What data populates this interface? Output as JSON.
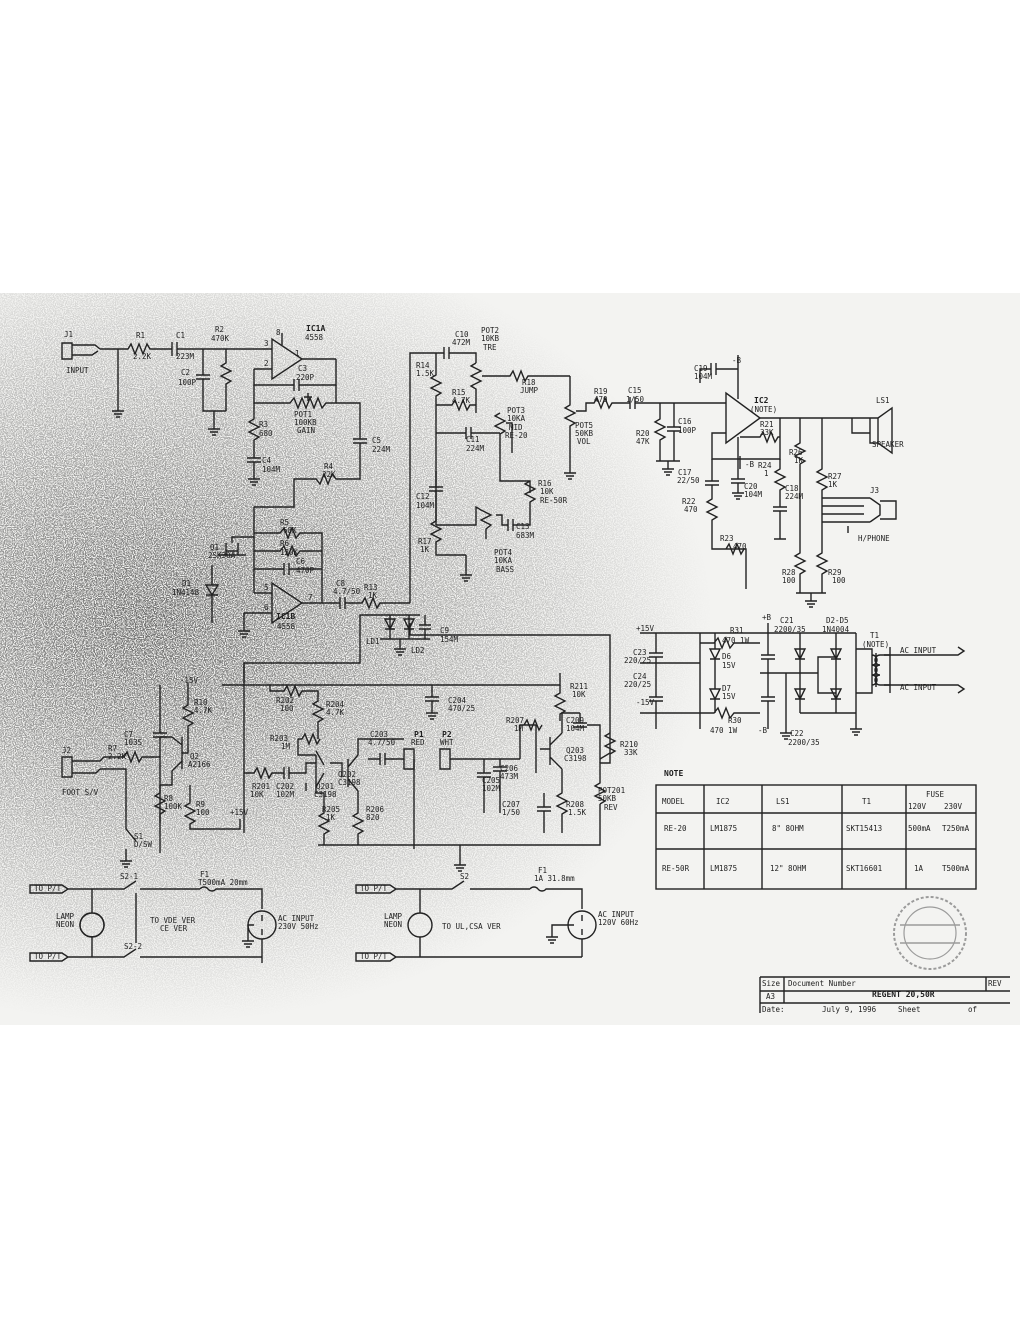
{
  "input": {
    "ref": "J1",
    "name": "INPUT"
  },
  "ic1a": {
    "ref": "IC1A",
    "part": "4558",
    "pin_pos": "3",
    "pin_neg": "2",
    "pin_out": "1",
    "pin_v": "8"
  },
  "ic1b": {
    "ref": "IC1B",
    "part": "4558",
    "pin_pos": "5",
    "pin_neg": "6",
    "pin_out": "7"
  },
  "ic2": {
    "ref": "IC2",
    "part": "(NOTE)"
  },
  "r1": {
    "ref": "R1",
    "val": "2.2K"
  },
  "c1": {
    "ref": "C1",
    "val": "223M"
  },
  "r2": {
    "ref": "R2",
    "val": "470K"
  },
  "c2": {
    "ref": "C2",
    "val": "100P"
  },
  "c3": {
    "ref": "C3",
    "val": "220P"
  },
  "pot1": {
    "ref": "POT1",
    "val": "100KB",
    "fn": "GAIN"
  },
  "r3": {
    "ref": "R3",
    "val": "680"
  },
  "c4": {
    "ref": "C4",
    "val": "104M"
  },
  "r4": {
    "ref": "R4",
    "val": "22K"
  },
  "c5": {
    "ref": "C5",
    "val": "224M"
  },
  "q1": {
    "ref": "Q1",
    "val": "2SK30A"
  },
  "r5": {
    "ref": "R5",
    "val": "68K"
  },
  "r6": {
    "ref": "R6",
    "val": "120K"
  },
  "c6": {
    "ref": "C6",
    "val": "470P"
  },
  "d1": {
    "ref": "D1",
    "val": "1N4148"
  },
  "c8": {
    "ref": "C8",
    "val": "4.7/50"
  },
  "r13": {
    "ref": "R13",
    "val": "1K"
  },
  "ld1": {
    "ref": "LD1"
  },
  "ld2": {
    "ref": "LD2"
  },
  "c9": {
    "ref": "C9",
    "val": "154M"
  },
  "c10": {
    "ref": "C10",
    "val": "472M"
  },
  "pot2": {
    "ref": "POT2",
    "val": "10KB",
    "fn": "TRE"
  },
  "r14": {
    "ref": "R14",
    "val": "1.5K"
  },
  "r15": {
    "ref": "R15",
    "val": "4.7K"
  },
  "r18": {
    "ref": "R18",
    "val": "JUMP"
  },
  "pot3": {
    "ref": "POT3",
    "val": "10KA",
    "fn": "MID",
    "model": "RE-20"
  },
  "c11": {
    "ref": "C11",
    "val": "224M"
  },
  "r16": {
    "ref": "R16",
    "val": "10K",
    "model": "RE-50R"
  },
  "c12": {
    "ref": "C12",
    "val": "104M"
  },
  "r17": {
    "ref": "R17",
    "val": "1K"
  },
  "c13": {
    "ref": "C13",
    "val": "683M"
  },
  "pot4": {
    "ref": "POT4",
    "val": "10KA",
    "fn": "BASS"
  },
  "pot5": {
    "ref": "POT5",
    "val": "50KB",
    "fn": "VOL"
  },
  "r19": {
    "ref": "R19",
    "val": "470"
  },
  "c15": {
    "ref": "C15",
    "val": "1/50"
  },
  "c19": {
    "ref": "C19",
    "val": "104M"
  },
  "r20": {
    "ref": "R20",
    "val": "47K"
  },
  "c16": {
    "ref": "C16",
    "val": "100P"
  },
  "r21": {
    "ref": "R21",
    "val": "33K"
  },
  "c17": {
    "ref": "C17",
    "val": "22/50"
  },
  "c20": {
    "ref": "C20",
    "val": "104M"
  },
  "r22": {
    "ref": "R22",
    "val": "470"
  },
  "r23": {
    "ref": "R23",
    "val": "470"
  },
  "r24": {
    "ref": "R24",
    "val": "1"
  },
  "c18": {
    "ref": "C18",
    "val": "224M"
  },
  "r26": {
    "ref": "R26",
    "val": "1K"
  },
  "r27": {
    "ref": "R27",
    "val": "1K"
  },
  "r28": {
    "ref": "R28",
    "val": "100"
  },
  "r29": {
    "ref": "R29",
    "val": "100"
  },
  "ls1": {
    "ref": "LS1",
    "name": "SPEAKER"
  },
  "j3": {
    "ref": "J3",
    "name": "H/PHONE"
  },
  "psu": {
    "pos": "+15V",
    "neg": "-15V",
    "plus_b": "+B",
    "minus_b": "-B",
    "c23": "C23",
    "c23v": "220/25",
    "c24": "C24",
    "c24v": "220/25",
    "r31": "R31",
    "r31v": "470 1W",
    "r30": "R30",
    "r30v": "470 1W",
    "d6": "D6",
    "d6v": "15V",
    "d7": "D7",
    "d7v": "15V",
    "c21": "C21",
    "c21v": "2200/35",
    "c22": "C22",
    "c22v": "2200/35",
    "d2d5": "D2-D5",
    "d2d5v": "1N4004",
    "t1": "T1",
    "t1n": "(NOTE)",
    "ac": "AC INPUT"
  },
  "reverb": {
    "r202": "R202",
    "r202v": "100",
    "r204": "R204",
    "r204v": "4.7K",
    "c204": "C204",
    "c204v": "470/25",
    "r211": "R211",
    "r211v": "10K",
    "r203": "R203",
    "r203v": "1M",
    "c203": "C203",
    "c203v": "4.7/50",
    "p1": "P1",
    "p1n": "RED",
    "p2": "P2",
    "p2n": "WHT",
    "r207": "R207",
    "r207v": "1M",
    "c209": "C209",
    "c209v": "104M",
    "q203": "Q203",
    "q203v": "C3198",
    "r210": "R210",
    "r210v": "33K",
    "r201": "R201",
    "r201v": "10K",
    "c202": "C202",
    "c202v": "102M",
    "q201": "Q201",
    "q201v": "C3198",
    "q202": "Q202",
    "q202v": "C3198",
    "c206": "C206",
    "c206v": "473M",
    "c205": "C205",
    "c205v": "102M",
    "pot201": "POT201",
    "pot201v": "50KB",
    "pot201f": "REV",
    "r205": "R205",
    "r205v": "1K",
    "r206": "R206",
    "r206v": "820",
    "c207": "C207",
    "c207v": "1/50",
    "r208": "R208",
    "r208v": "1.5K"
  },
  "footsw": {
    "v15": "-15V",
    "r10": "R10",
    "r10v": "4.7K",
    "c7": "C7",
    "c7v": "103S",
    "j2": "J2",
    "j2v": "FOOT S/V",
    "r7": "R7",
    "r7v": "2.2K",
    "q2": "Q2",
    "q2v": "A2166",
    "r8": "R8",
    "r8v": "100K",
    "r9": "R9",
    "r9v": "100",
    "plus15": "+15V",
    "s1": "S1",
    "s1v": "D/SW"
  },
  "ac_left": {
    "to_pt": "TO P/T",
    "s2a": "S2-1",
    "s2b": "S2-2",
    "f1": "F1",
    "f1v": "T500mA 20mm",
    "lamp": "LAMP",
    "neon": "NEON",
    "to_ver": "TO VDE VER",
    "ce_ver": "CE VER",
    "ac": "AC INPUT",
    "acv": "230V 50Hz"
  },
  "ac_right": {
    "to_pt": "TO P/T",
    "s2": "S2",
    "f1": "F1",
    "f1v": "1A 31.8mm",
    "lamp": "LAMP",
    "neon": "NEON",
    "to_ver": "TO UL,CSA VER",
    "ac": "AC INPUT",
    "acv": "120V 60Hz"
  },
  "note_table": {
    "title": "NOTE",
    "headers": [
      "MODEL",
      "IC2",
      "LS1",
      "T1",
      "FUSE"
    ],
    "fuse_sub": [
      "120V",
      "230V"
    ],
    "rows": [
      [
        "RE-20",
        "LM1875",
        "8\" 8OHM",
        "SKT15413",
        "500mA",
        "T250mA"
      ],
      [
        "RE-50R",
        "LM1875",
        "12\" 8OHM",
        "SKT16601",
        "1A",
        "T500mA"
      ]
    ]
  },
  "title_block": {
    "size_label": "Size",
    "docnum_label": "Document Number",
    "rev_label": "REV",
    "size": "A3",
    "title": "REGENT 20,50R",
    "date_label": "Date:",
    "date": "July 9, 1996",
    "sheet_label": "Sheet",
    "of_label": "of"
  }
}
